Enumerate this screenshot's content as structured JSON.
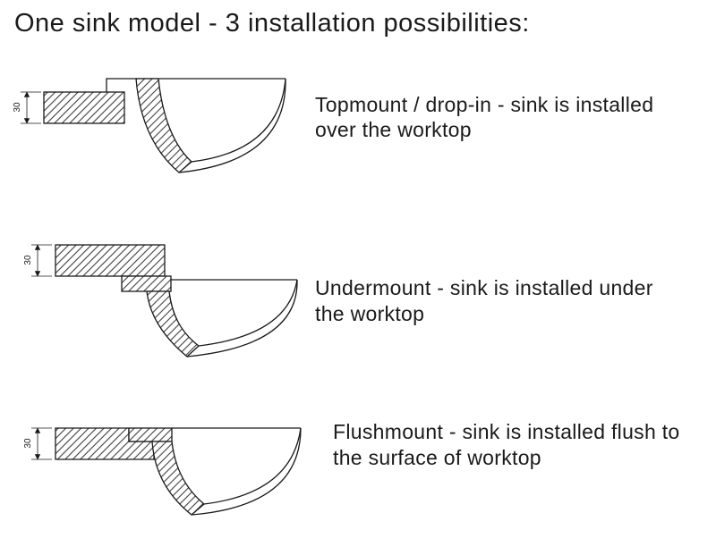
{
  "title": "One sink model - 3 installation possibilities:",
  "dimension_label": "30",
  "rows": [
    {
      "id": "topmount",
      "label": "Topmount / drop-in - sink is installed over the worktop"
    },
    {
      "id": "undermount",
      "label": "Undermount - sink is installed under the worktop"
    },
    {
      "id": "flushmount",
      "label": "Flushmount - sink is installed flush to the surface of worktop"
    }
  ],
  "colors": {
    "ink": "#1a1a1a",
    "hatch_line": "#404040",
    "background": "#ffffff"
  }
}
